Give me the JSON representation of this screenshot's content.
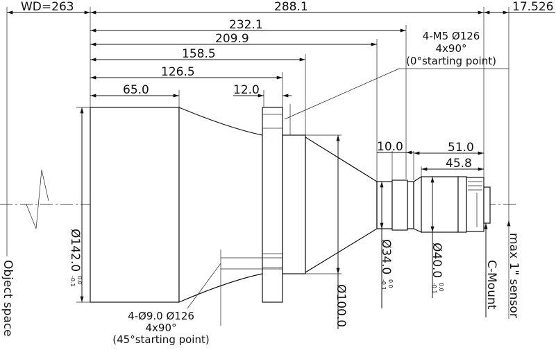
{
  "drawing": {
    "working_distance": "WD=263",
    "overall_length": "288.1",
    "flange_back": "17.526",
    "dims_horizontal": [
      "232.1",
      "209.9",
      "158.5",
      "126.5",
      "65.0",
      "12.0",
      "10.0",
      "51.0",
      "45.8"
    ],
    "top_note": {
      "line1": "4-M5 Ø126",
      "line2": "4x90°",
      "line3": "(0°starting point)"
    },
    "bottom_note": {
      "line1": "4-Ø9.0  Ø126",
      "line2": "4x90°",
      "line3": "(45°starting point)"
    },
    "diameters": {
      "d142": "Ø142.0",
      "d100": "Ø100.0",
      "d34": "Ø34.0",
      "d40": "Ø40.0"
    },
    "tolerance": {
      "upper": "0.0",
      "lower": "-0.1"
    },
    "labels": {
      "object_space": "Object space",
      "c_mount": "C-Mount",
      "sensor": "max 1\" sensor"
    }
  }
}
